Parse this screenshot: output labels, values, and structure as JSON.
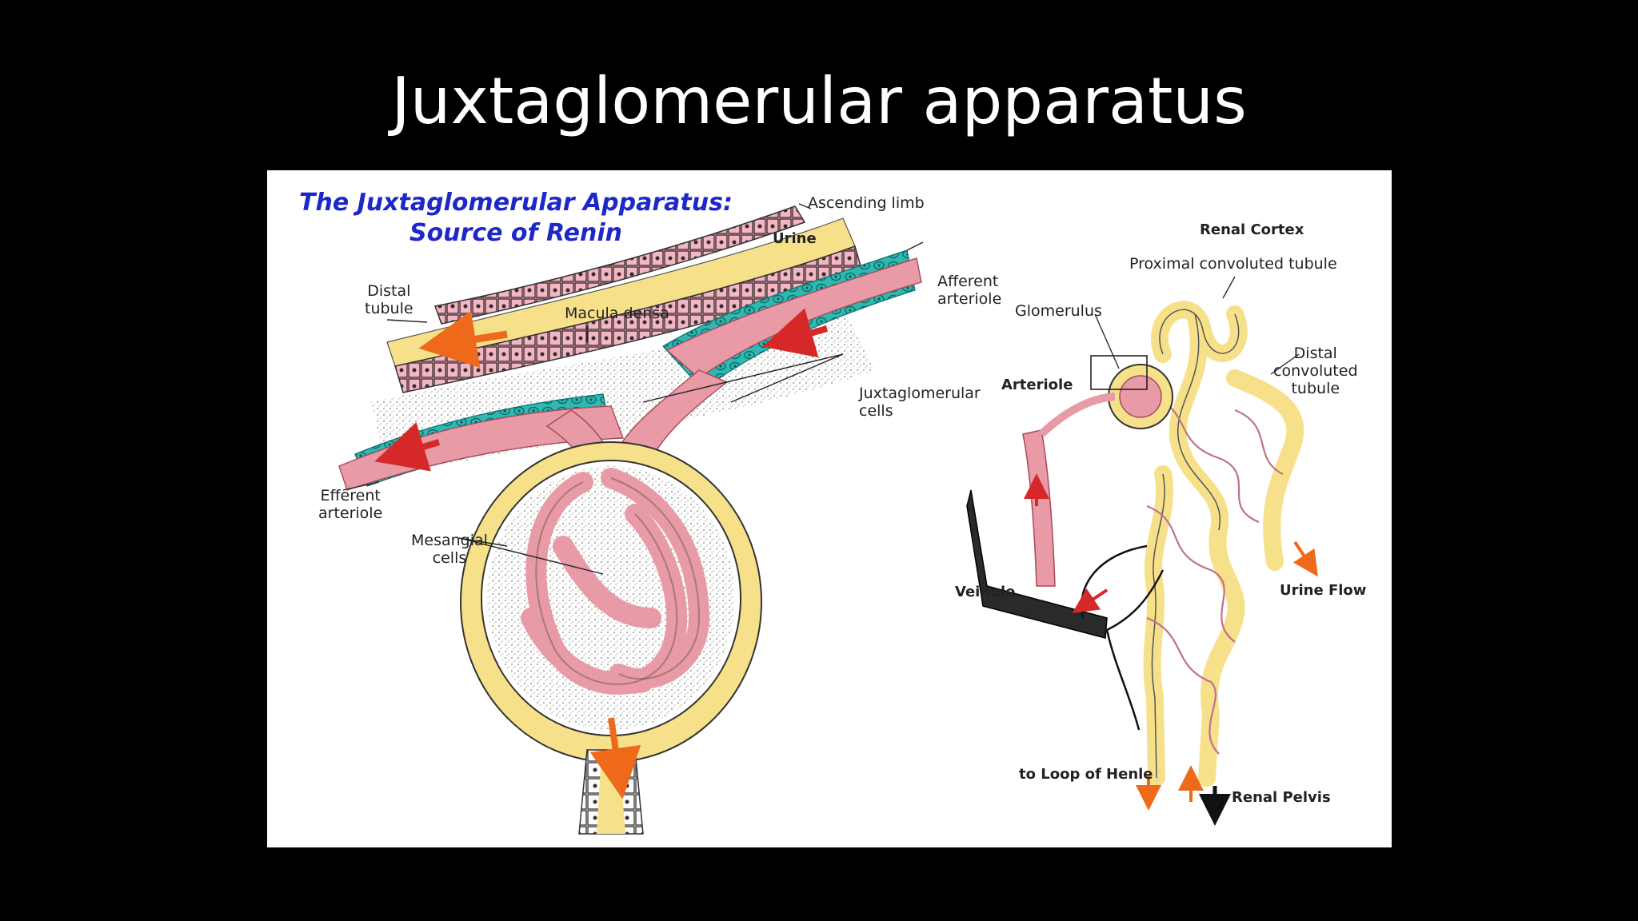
{
  "slide": {
    "title": "Juxtaglomerular apparatus"
  },
  "figure": {
    "title_line1": "The Juxtaglomerular Apparatus:",
    "title_line2": "Source of Renin",
    "left_labels": {
      "ascending_limb": "Ascending limb",
      "urine": "Urine",
      "distal_tubule": "Distal\ntubule",
      "macula_densa": "Macula densa",
      "afferent_arteriole": "Afferent\narteriole",
      "juxtaglomerular_cells": "Juxtaglomerular\ncells",
      "efferent_arteriole": "Efferent\narteriole",
      "mesangial_cells": "Mesangial\ncells"
    },
    "right_labels": {
      "renal_cortex": "Renal Cortex",
      "proximal_tubule": "Proximal convoluted tubule",
      "glomerulus": "Glomerulus",
      "distal_convoluted_tubule": "Distal\nconvoluted\ntubule",
      "arteriole": "Arteriole",
      "veinule": "Veinule",
      "urine_flow": "Urine Flow",
      "loop_of_henle": "to Loop of Henle",
      "renal_pelvis": "Renal Pelvis"
    },
    "colors": {
      "tubule_yellow": "#f7e08a",
      "vessel_pink": "#e89aa6",
      "jg_teal": "#2fb7b0",
      "arrow_orange": "#ee6a1a",
      "arrow_red": "#d62828",
      "title_blue": "#1e28c8"
    }
  }
}
